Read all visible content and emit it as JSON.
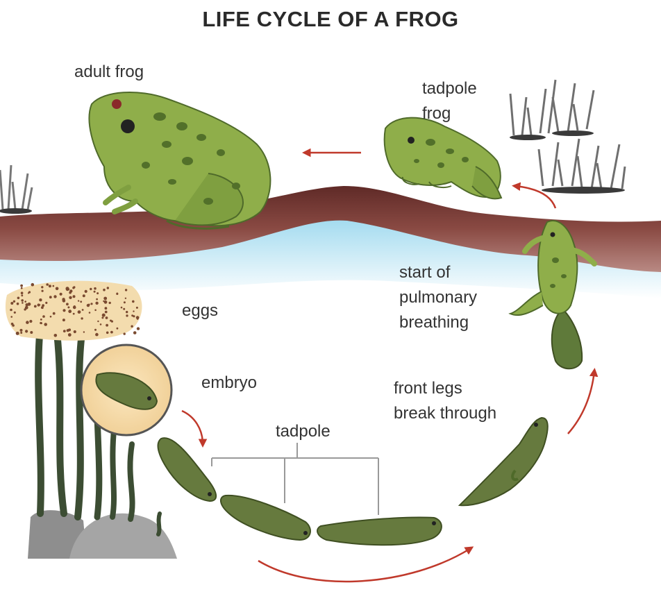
{
  "title": "LIFE CYCLE OF A FROG",
  "labels": {
    "adult_frog": "adult frog",
    "tadpole_frog": [
      "tadpole",
      "frog"
    ],
    "start_pulmonary": [
      "start of",
      "pulmonary",
      "breathing"
    ],
    "eggs": "eggs",
    "embryo": "embryo",
    "tadpole": "tadpole",
    "front_legs": [
      "front legs",
      "break through"
    ]
  },
  "colors": {
    "frog": "#8fae4a",
    "frog_spot": "#52702a",
    "tadpole": "#667a3e",
    "ground": "#7a3a36",
    "water": "#a9dcee",
    "arrow": "#c0392b",
    "egg": "#f3dcae",
    "weed": "#3c4d33",
    "rock": "#9a9a9a"
  }
}
